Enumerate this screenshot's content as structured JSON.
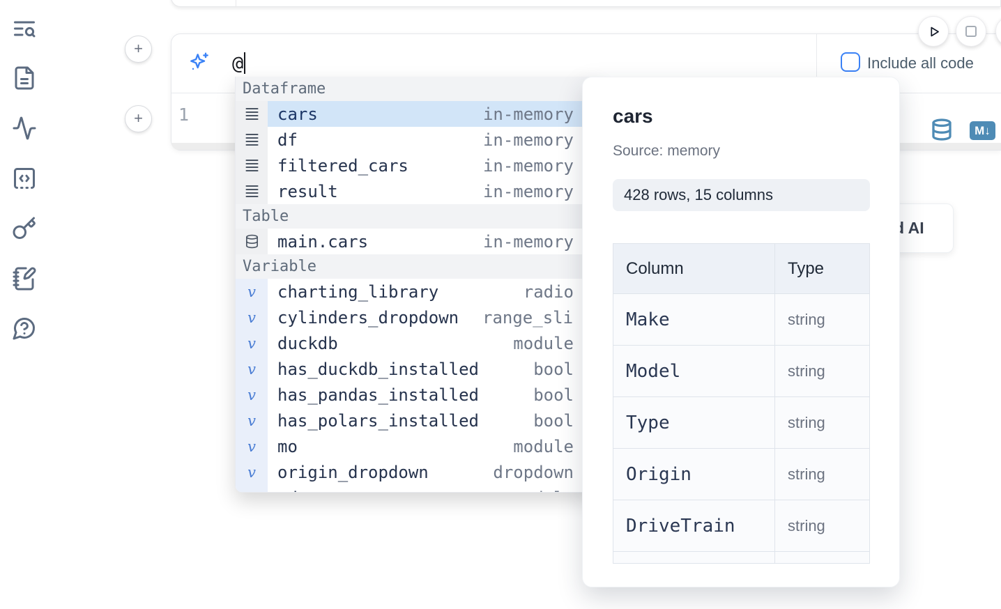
{
  "icons": {
    "variable_glyph": "v"
  },
  "sidebar": {
    "items": [
      {
        "icon": "text-search-icon"
      },
      {
        "icon": "file-text-icon"
      },
      {
        "icon": "activity-icon"
      },
      {
        "icon": "code-snippets-icon"
      },
      {
        "icon": "key-icon"
      },
      {
        "icon": "notebook-pen-icon"
      },
      {
        "icon": "help-chat-icon"
      }
    ]
  },
  "toolbar": {
    "plus_label": "+"
  },
  "prompt_cell": {
    "prompt_text": "@",
    "include_all_code_label": "Include all code",
    "line_number": "1",
    "markdown_badge": "M↓"
  },
  "completion": {
    "sections": [
      {
        "label": "Dataframe",
        "items": [
          {
            "name": "cars",
            "detail": "in-memory",
            "selected": true
          },
          {
            "name": "df",
            "detail": "in-memory"
          },
          {
            "name": "filtered_cars",
            "detail": "in-memory"
          },
          {
            "name": "result",
            "detail": "in-memory"
          }
        ]
      },
      {
        "label": "Table",
        "items": [
          {
            "name": "main.cars",
            "detail": "in-memory"
          }
        ]
      },
      {
        "label": "Variable",
        "items": [
          {
            "name": "charting_library",
            "detail": "radio"
          },
          {
            "name": "cylinders_dropdown",
            "detail": "range_slider"
          },
          {
            "name": "duckdb",
            "detail": "module"
          },
          {
            "name": "has_duckdb_installed",
            "detail": "bool"
          },
          {
            "name": "has_pandas_installed",
            "detail": "bool"
          },
          {
            "name": "has_polars_installed",
            "detail": "bool"
          },
          {
            "name": "mo",
            "detail": "module"
          },
          {
            "name": "origin_dropdown",
            "detail": "dropdown"
          },
          {
            "name": "pd",
            "detail": "module"
          }
        ]
      }
    ]
  },
  "preview": {
    "title": "cars",
    "source": "Source: memory",
    "shape_badge": "428 rows, 15 columns",
    "table": {
      "headers": [
        "Column",
        "Type"
      ],
      "rows": [
        [
          "Make",
          "string"
        ],
        [
          "Model",
          "string"
        ],
        [
          "Type",
          "string"
        ],
        [
          "Origin",
          "string"
        ],
        [
          "DriveTrain",
          "string"
        ]
      ]
    }
  },
  "ai_button": {
    "label": "d AI"
  },
  "colors": {
    "accent_blue": "#3b82f6",
    "steel_blue": "#4e8bb5",
    "selection_blue": "#d2e5f8",
    "sidebar_icon": "#5c6b80"
  }
}
